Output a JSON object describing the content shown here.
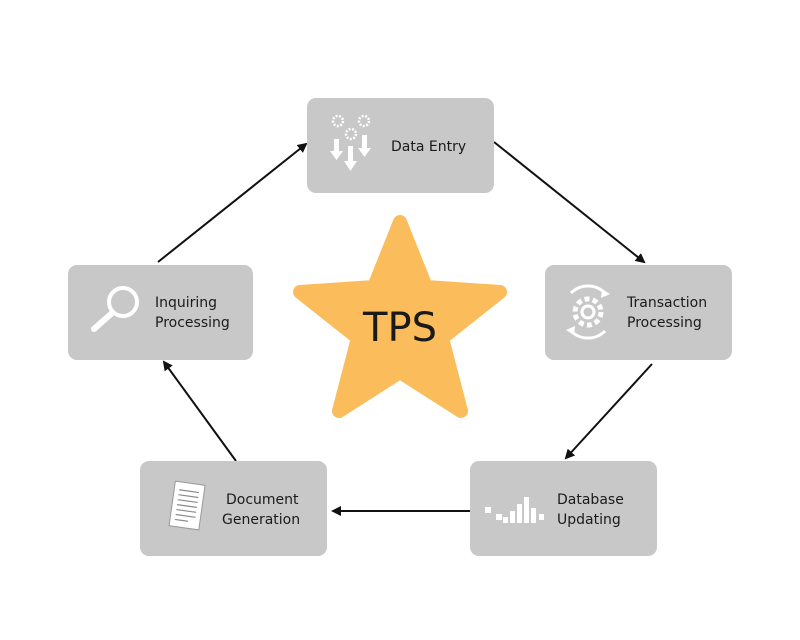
{
  "center": {
    "label": "TPS",
    "star_color": "#fbbd5c"
  },
  "box_color": "#c8c8c8",
  "steps": [
    {
      "id": "data-entry",
      "line1": "Data Entry",
      "line2": "",
      "icon": "gears-down-arrows-icon"
    },
    {
      "id": "transaction-processing",
      "line1": "Transaction",
      "line2": "Processing",
      "icon": "gear-cycle-icon"
    },
    {
      "id": "database-updating",
      "line1": "Database",
      "line2": "Updating",
      "icon": "bar-chart-icon"
    },
    {
      "id": "document-generation",
      "line1": "Document",
      "line2": "Generation",
      "icon": "document-icon"
    },
    {
      "id": "inquiring-processing",
      "line1": "Inquiring",
      "line2": "Processing",
      "icon": "magnifier-icon"
    }
  ]
}
